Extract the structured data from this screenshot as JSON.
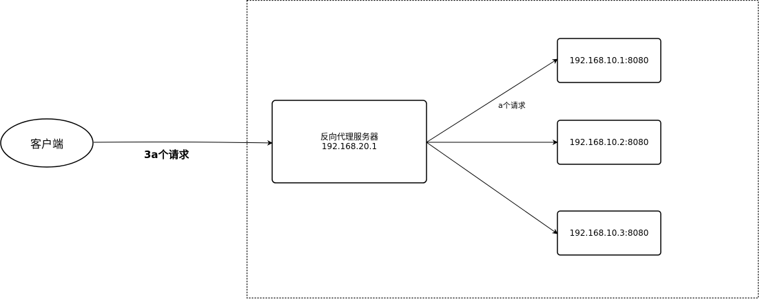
{
  "diagram": {
    "client": {
      "label": "客户端"
    },
    "client_edge": {
      "label": "3a个请求"
    },
    "proxy": {
      "title": "反向代理服务器",
      "ip": "192.168.20.1"
    },
    "proxy_edge": {
      "label": "a个请求"
    },
    "servers": [
      {
        "label": "192.168.10.1:8080"
      },
      {
        "label": "192.168.10.2:8080"
      },
      {
        "label": "192.168.10.3:8080"
      }
    ],
    "colors": {
      "stroke": "#000000",
      "background": "#ffffff",
      "text": "#000000"
    }
  }
}
